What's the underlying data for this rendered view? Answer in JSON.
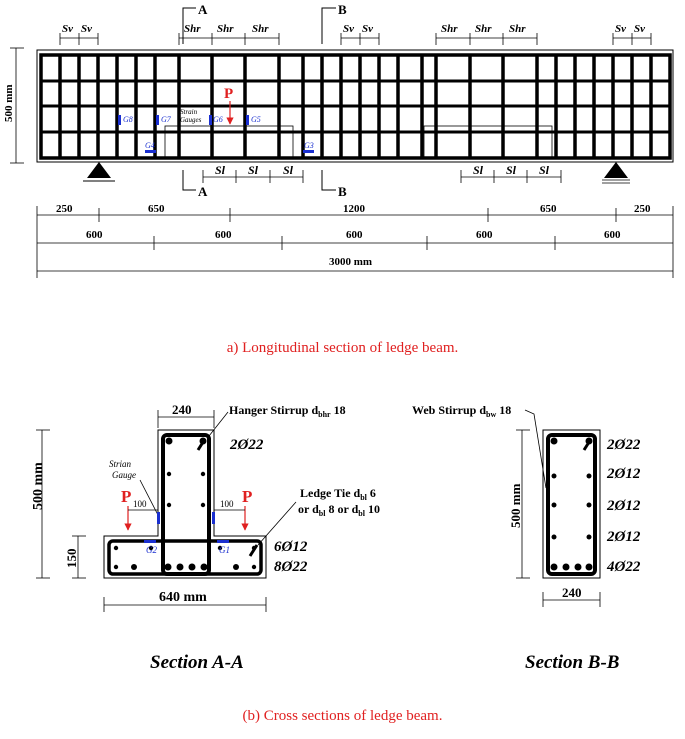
{
  "figure": {
    "caption_a": "a) Longitudinal section of ledge beam.",
    "caption_b": "(b) Cross sections of ledge beam."
  },
  "longitudinal": {
    "height_label": "500 mm",
    "section_a_label": "A",
    "section_b_label": "B",
    "load_label": "P",
    "strain_label_line1": "Strain",
    "strain_label_line2": "Gauges",
    "sv": "Sv",
    "shr": "Shr",
    "sl": "Sl",
    "gauges": [
      "G8",
      "G7",
      "G6",
      "G5",
      "G4",
      "G3"
    ],
    "dims_row1": [
      "250",
      "650",
      "1200",
      "650",
      "250"
    ],
    "dims_row2": [
      "600",
      "600",
      "600",
      "600",
      "600"
    ],
    "total_length": "3000  mm"
  },
  "section_aa": {
    "title": "Section A-A",
    "web_width": "240",
    "hanger_label": "Hanger Stirrup d",
    "hanger_sub": "bhr",
    "hanger_size": "18",
    "top_bars": "2Ø22",
    "strain_label_line1": "Strian",
    "strain_label_line2": "Gauge",
    "ledge_label_line1": "Ledge Tie d",
    "ledge_sub": "bl",
    "ledge_size_1": "6",
    "ledge_label_line2a": "or d",
    "ledge_size_2": "8 or d",
    "ledge_size_3": "10",
    "load_label": "P",
    "offset_label": "100",
    "height_label": "500 mm",
    "ledge_height": "150",
    "ledge_bars": "6Ø12",
    "bottom_bars": "8Ø22",
    "gauges": [
      "G2",
      "G1"
    ],
    "width_label": "640 mm"
  },
  "section_bb": {
    "title": "Section B-B",
    "web_label": "Web Stirrup d",
    "web_sub": "bw",
    "web_size": "18",
    "bars": [
      "2Ø22",
      "2Ø12",
      "2Ø12",
      "2Ø12",
      "4Ø22"
    ],
    "height_label": "500 mm",
    "width_label": "240"
  }
}
